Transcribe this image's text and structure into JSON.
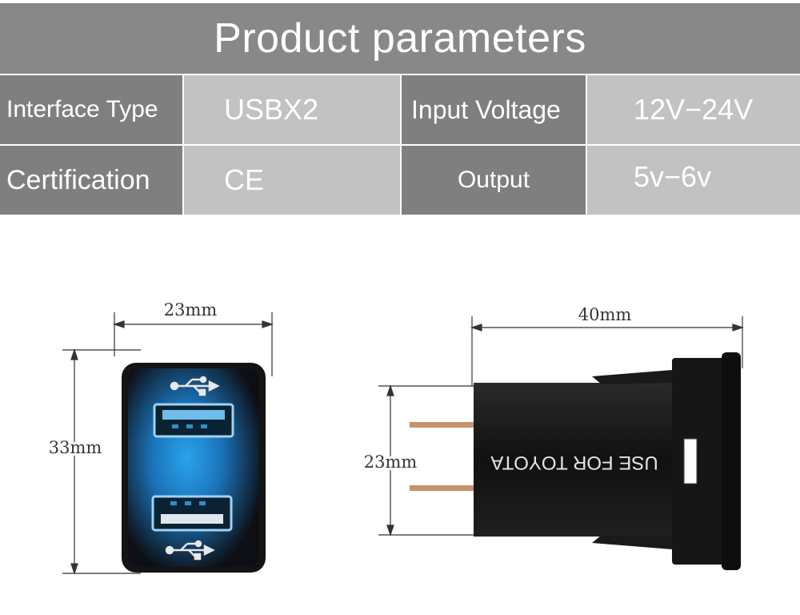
{
  "title": "Product parameters",
  "params": [
    {
      "label1": "Interface Type",
      "value1": "USBX2",
      "label2": "Input Voltage",
      "value2": "12V−24V"
    },
    {
      "label1": "Certification",
      "value1": "CE",
      "label2": "Output",
      "value2": "5v−6v"
    }
  ],
  "diagram": {
    "front_width": "23mm",
    "front_height": "33mm",
    "side_length": "40mm",
    "side_height": "23mm",
    "side_text": "USE FOR TOYOTA"
  },
  "colors": {
    "header_bg": "#888888",
    "label_bg": "#7f7f7f",
    "value_bg": "#c2c2c2",
    "led_blue": "#1e8fd6"
  }
}
